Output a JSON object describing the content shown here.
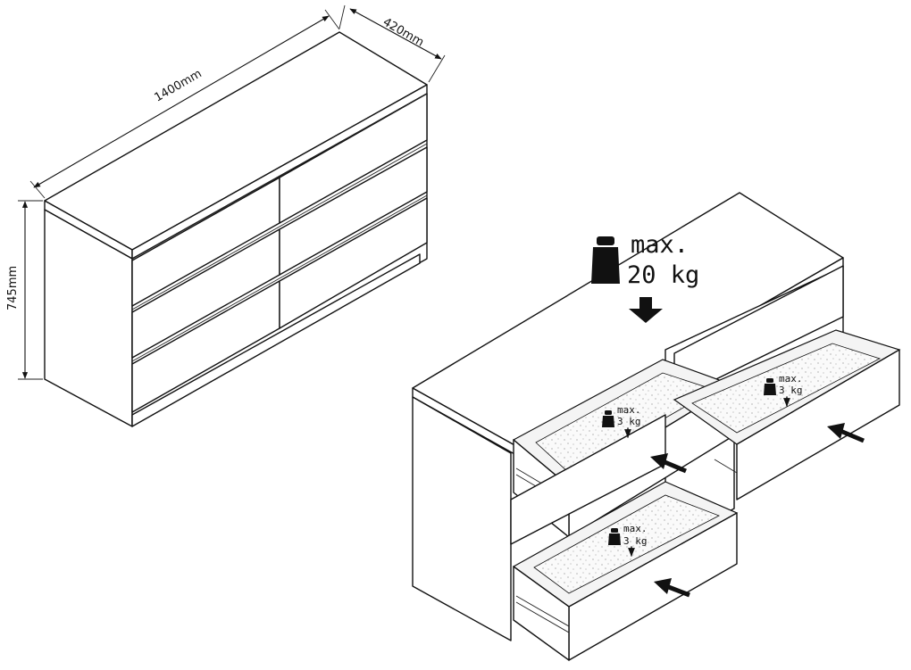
{
  "dimensions": {
    "width": "1400mm",
    "depth": "420mm",
    "height": "745mm"
  },
  "top_load": {
    "line1": "max.",
    "line2": "20 kg"
  },
  "drawer_load": {
    "line1": "max.",
    "line2": "3 kg"
  },
  "icons": [
    "weight-icon",
    "down-arrow-icon",
    "push-arrow-icon"
  ]
}
